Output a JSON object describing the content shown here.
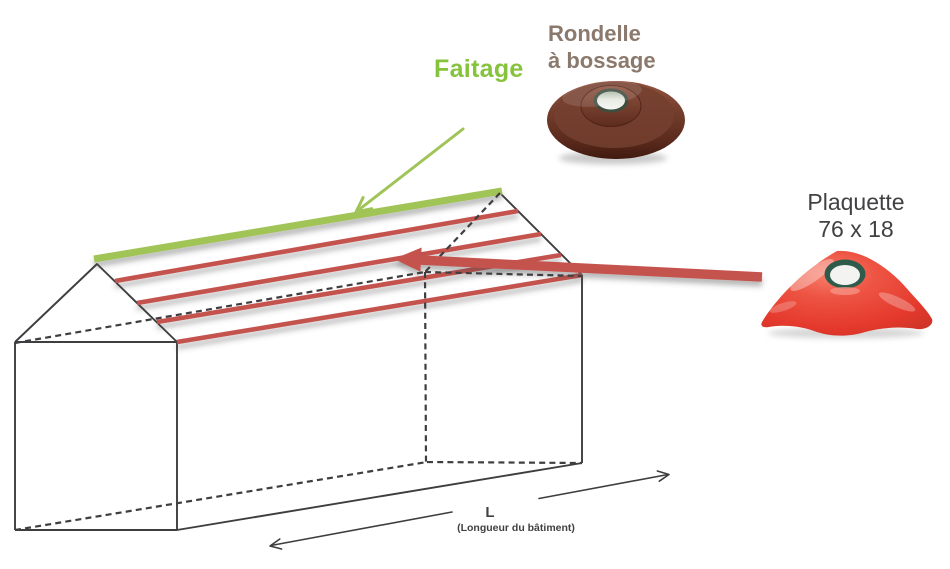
{
  "colors": {
    "background": "#ffffff",
    "green_text": "#86C33C",
    "green_shape": "#A0C457",
    "red_shape": "#C5524E",
    "line_dark": "#3E3E40",
    "label_taupe": "#8A796C",
    "label_dark": "#414144",
    "product_red": "#E94A3C",
    "product_brown": "#6B3526"
  },
  "labels": {
    "faitage": "Faitage",
    "rondelle_line1": "Rondelle",
    "rondelle_line2": "à bossage",
    "plaquette_line1": "Plaquette",
    "plaquette_line2": "76 x 18",
    "dimension_letter": "L",
    "dimension_caption": "(Longueur du bâtiment)"
  }
}
